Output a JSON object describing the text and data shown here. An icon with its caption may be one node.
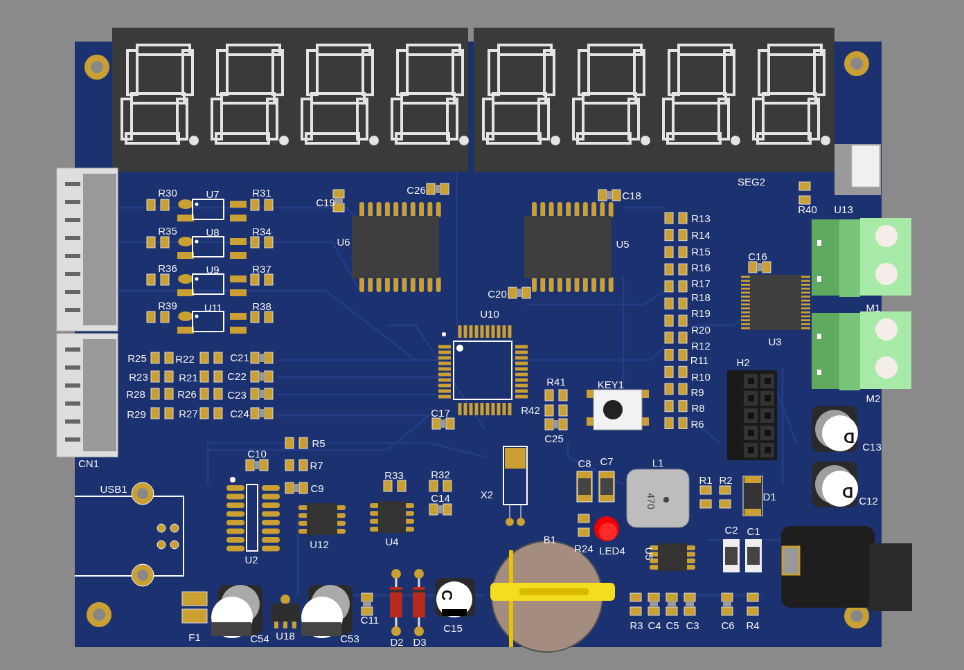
{
  "diagram": {
    "labels": [
      "R30",
      "U7",
      "R31",
      "C19",
      "C26",
      "C18",
      "SEG2",
      "R40",
      "U13",
      "R13",
      "R35",
      "U8",
      "R34",
      "U6",
      "U5",
      "R14",
      "R15",
      "C16",
      "R36",
      "U9",
      "R37",
      "R16",
      "R17",
      "R18",
      "C20",
      "R39",
      "U11",
      "R38",
      "U10",
      "R19",
      "R20",
      "M1",
      "U3",
      "R12",
      "H2",
      "R25",
      "R22",
      "C21",
      "R11",
      "R23",
      "R21",
      "C22",
      "R10",
      "R28",
      "R26",
      "C23",
      "R41",
      "KEY1",
      "R9",
      "M2",
      "R29",
      "R27",
      "C24",
      "R42",
      "R8",
      "C17",
      "R6",
      "C25",
      "CN1",
      "R5",
      "C13",
      "C10",
      "C8",
      "C7",
      "L1",
      "R7",
      "470",
      "USB1",
      "R33",
      "R32",
      "R1",
      "R2",
      "C9",
      "D1",
      "D",
      "X2",
      "C14",
      "C12",
      "D",
      "U12",
      "U2",
      "U4",
      "R24",
      "LED4",
      "B1",
      "C2",
      "C1",
      "U5",
      "C11",
      "C",
      "D2",
      "D3",
      "C15",
      "F1",
      "C54",
      "U18",
      "C53",
      "R3",
      "C4",
      "C5",
      "C3",
      "C6",
      "R4"
    ]
  }
}
